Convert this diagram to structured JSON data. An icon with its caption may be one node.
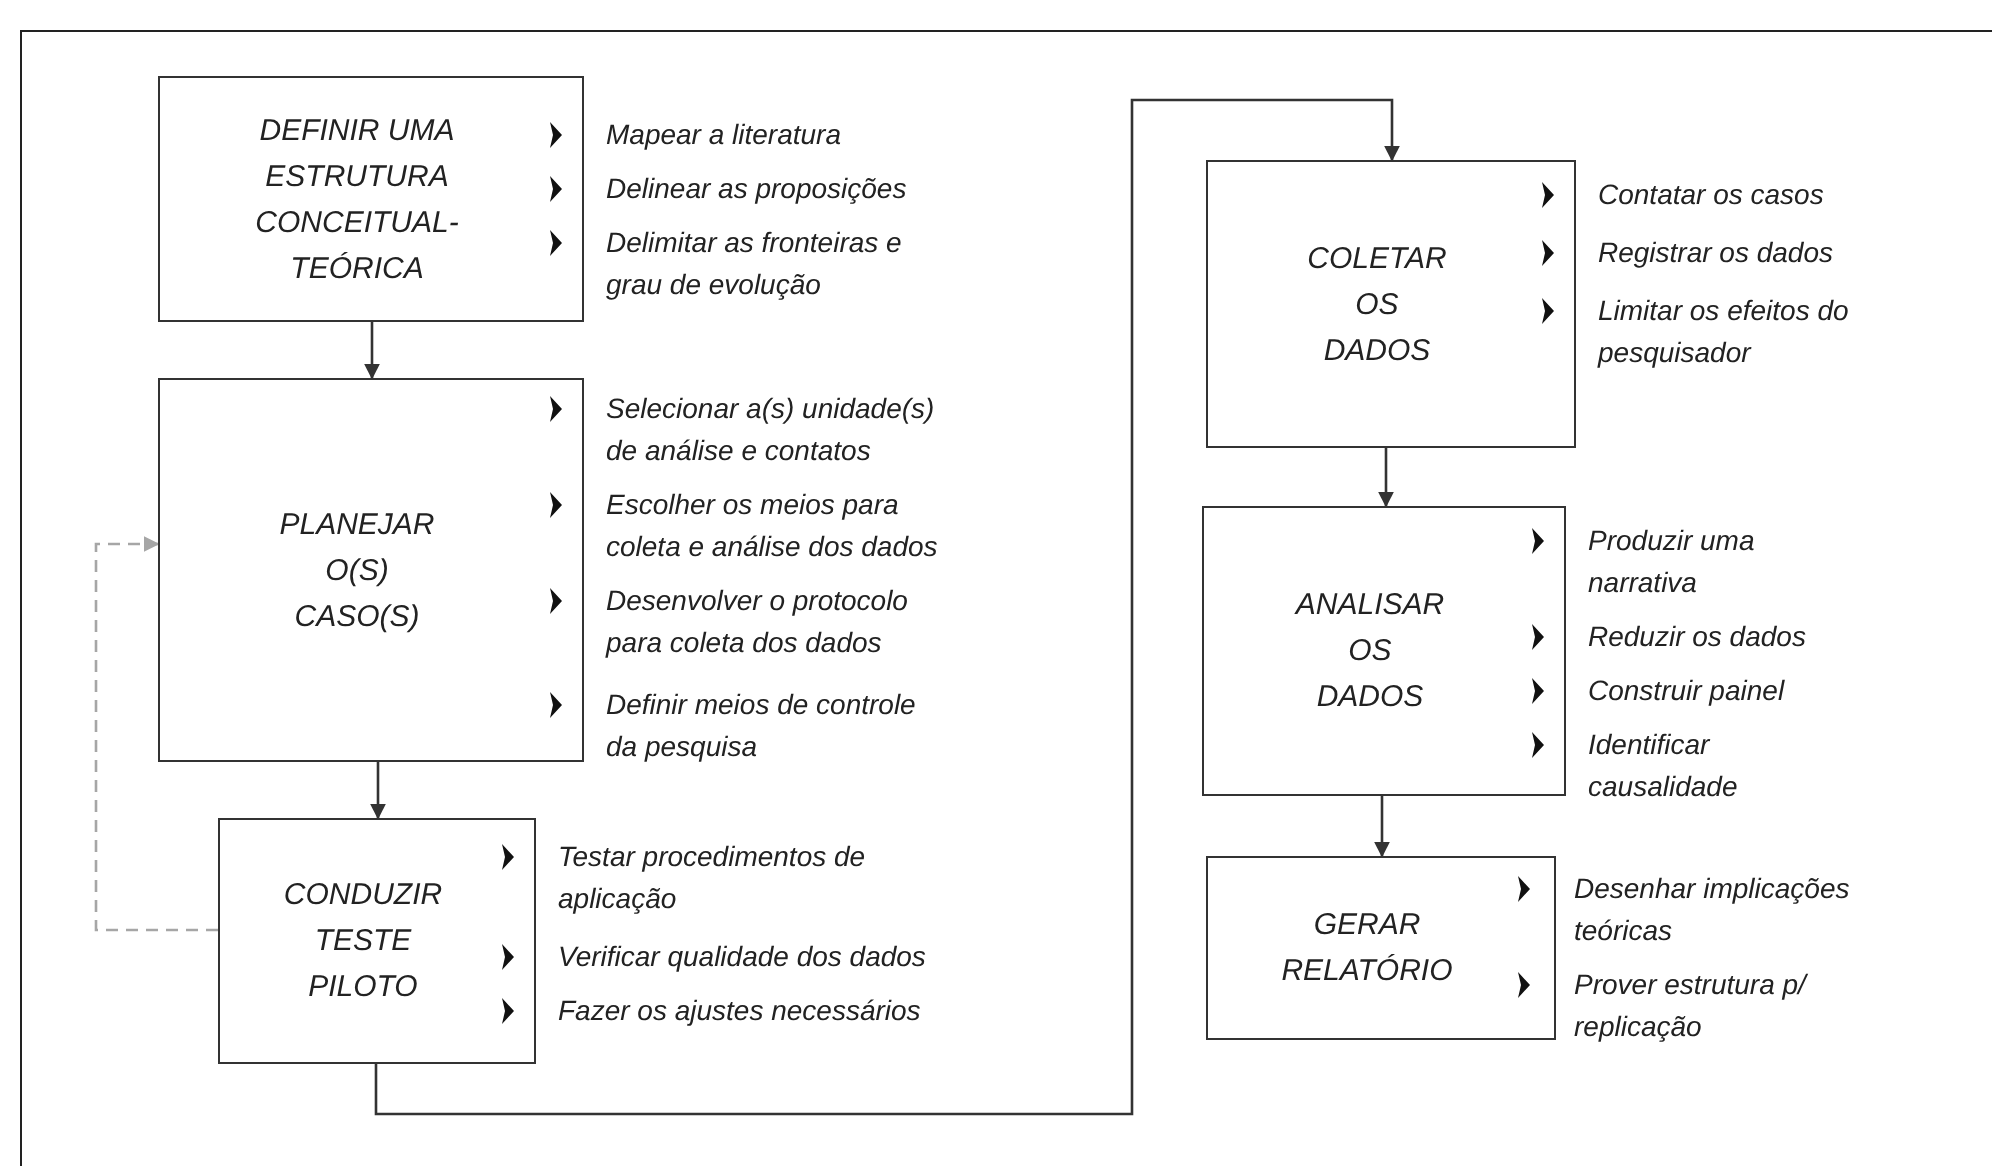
{
  "diagram": {
    "nodes": [
      {
        "text": [
          "DEFINIR UMA ESTRUTURA CONCEITUAL-TEÓRICA"
        ],
        "beside": [
          "Mapear a literatura",
          "Delinear as proposições",
          "Delimitar as fronteiras e grau de evolução"
        ]
      },
      {
        "text": [
          "PLANEJAR O(S) CASO(S)"
        ],
        "beside": [
          "Selecionar a(s) unidade(s) de análise e contatos",
          "Escolher os meios para coleta e análise dos dados",
          "Desenvolver o protocolo para coleta dos dados",
          "Definir meios de controle da pesquisa"
        ]
      },
      {
        "text": [
          "CONDUZIR TESTE PILOTO"
        ],
        "beside": [
          "Testar procedimentos de aplicação",
          "Verificar qualidade dos dados",
          "Fazer os ajustes necessários"
        ]
      },
      {
        "text": [
          "COLETAR OS DADOS"
        ],
        "beside": [
          "Contatar os casos",
          "Registrar os dados",
          "Limitar os efeitos do pesquisador"
        ]
      },
      {
        "text": [
          "ANALISAR OS DADOS"
        ],
        "beside": [
          "Produzir uma narrativa",
          "Reduzir os dados",
          "Construir painel",
          "Identificar causalidade"
        ]
      },
      {
        "text": [
          "GERAR RELATÓRIO"
        ],
        "beside": [
          "Desenhar implicações teóricas",
          "Prover estrutura p/ replicação"
        ]
      }
    ],
    "edges": [
      {
        "from": 0,
        "to": 1,
        "arrow": "to"
      },
      {
        "from": 1,
        "to": 2,
        "arrow": "to"
      },
      {
        "from": 2,
        "to": 3,
        "arrow": "to"
      },
      {
        "from": 3,
        "to": 4,
        "arrow": "to"
      },
      {
        "from": 4,
        "to": 5,
        "arrow": "to"
      },
      {
        "from": 2,
        "to": 1,
        "arrow": "to",
        "style": "dashed",
        "color": "#a6a6a6"
      }
    ]
  }
}
